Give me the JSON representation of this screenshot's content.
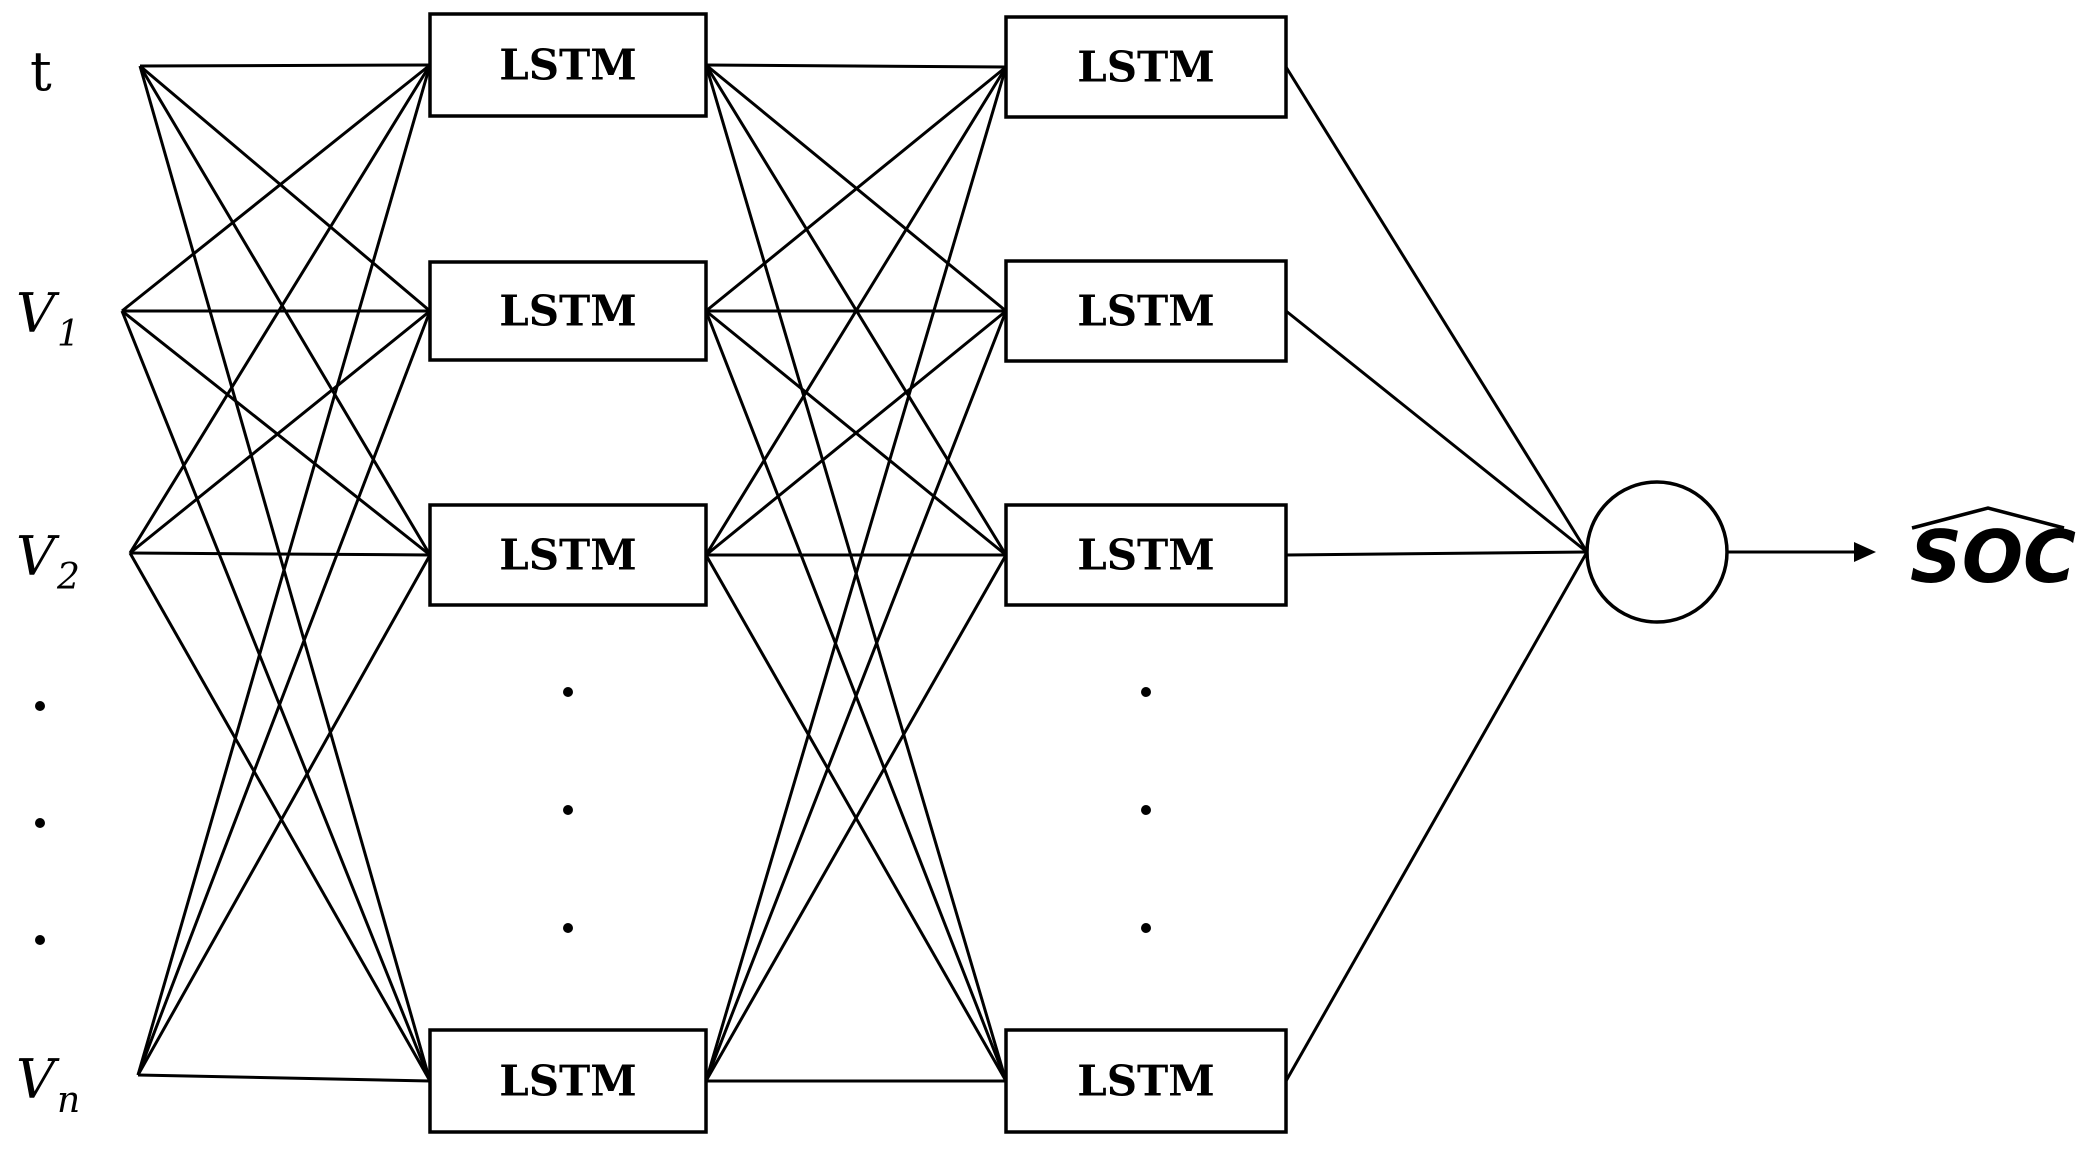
{
  "inputs": [
    {
      "main": "t",
      "sub": ""
    },
    {
      "main": "V",
      "sub": "1"
    },
    {
      "main": "V",
      "sub": "2"
    },
    {
      "main": "V",
      "sub": "n"
    }
  ],
  "layer1": {
    "labels": [
      "LSTM",
      "LSTM",
      "LSTM",
      "LSTM"
    ]
  },
  "layer2": {
    "labels": [
      "LSTM",
      "LSTM",
      "LSTM",
      "LSTM"
    ]
  },
  "output": {
    "label": "SOC",
    "hat": true
  }
}
